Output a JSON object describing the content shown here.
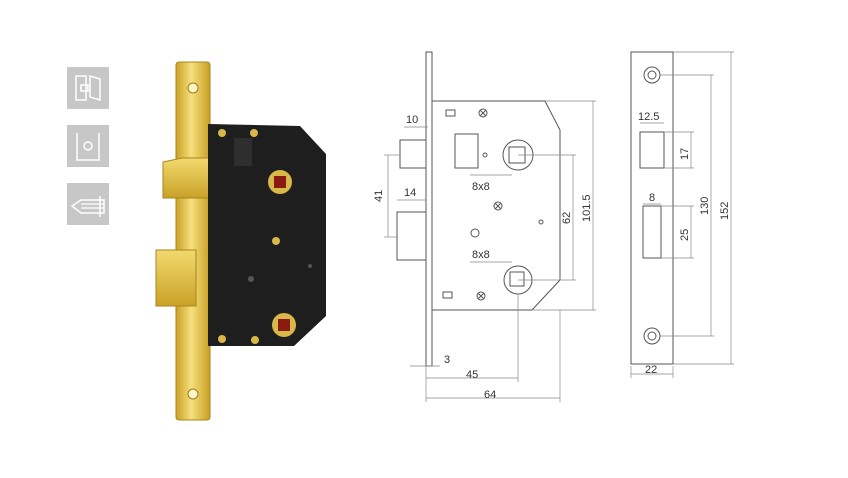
{
  "icons": {
    "tile_1": "door-handle-icon",
    "tile_2": "keyhole-plate-icon",
    "tile_3": "latch-bolt-icon",
    "tile_color": "#c7c7c7"
  },
  "colors": {
    "brass": "#e9c851",
    "lock_body": "#1e1e1e",
    "line": "#555555"
  },
  "dimensions": {
    "latch_width": "10",
    "latch_to_bolt": "41",
    "bolt_width": "14",
    "follower_1": "8x8",
    "follower_2": "8x8",
    "centres": "62",
    "body_height": "101.5",
    "faceplate_thickness": "3",
    "backset": "45",
    "body_depth": "64",
    "strike_latch_width": "12.5",
    "strike_latch_height": "17",
    "strike_bolt_width": "8",
    "strike_bolt_height": "25",
    "strike_fixings": "130",
    "strike_length": "152",
    "strike_width": "22"
  }
}
